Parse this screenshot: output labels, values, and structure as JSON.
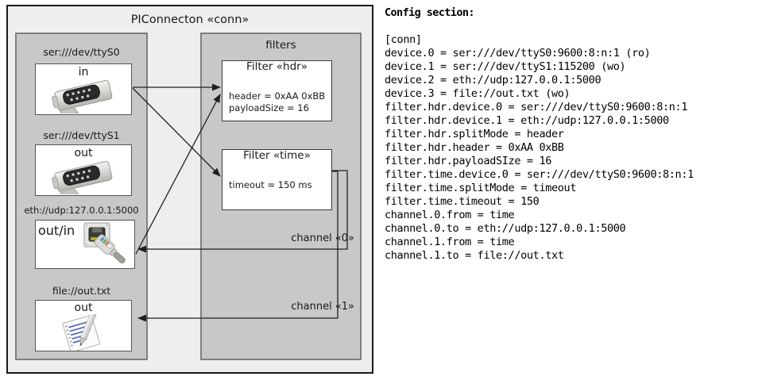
{
  "diagram": {
    "title": "PIConnecton «conn»",
    "devices_panel": {
      "name": "devices",
      "items": [
        {
          "label": "ser:///dev/ttyS0",
          "direction": "in",
          "icon": "serial-port-icon"
        },
        {
          "label": "ser:///dev/ttyS1",
          "direction": "out",
          "icon": "serial-port-icon"
        },
        {
          "label": "eth://udp:127.0.0.1:5000",
          "direction": "out/in",
          "icon": "ethernet-jack-icon"
        },
        {
          "label": "file://out.txt",
          "direction": "out",
          "icon": "text-file-icon"
        }
      ]
    },
    "filters_panel": {
      "title": "filters",
      "filters": [
        {
          "title": "Filter «hdr»",
          "attrs": [
            "header = 0xAA 0xBB",
            "payloadSize = 16"
          ]
        },
        {
          "title": "Filter «time»",
          "attrs": [
            "timeout = 150 ms"
          ]
        }
      ],
      "channels": [
        {
          "label": "channel «0»"
        },
        {
          "label": "channel «1»"
        }
      ]
    }
  },
  "config": {
    "heading": "Config section:",
    "text": "[conn]\ndevice.0 = ser:///dev/ttyS0:9600:8:n:1 (ro)\ndevice.1 = ser:///dev/ttyS1:115200 (wo)\ndevice.2 = eth://udp:127.0.0.1:5000\ndevice.3 = file://out.txt (wo)\nfilter.hdr.device.0 = ser:///dev/ttyS0:9600:8:n:1\nfilter.hdr.device.1 = eth://udp:127.0.0.1:5000\nfilter.hdr.splitMode = header\nfilter.hdr.header = 0xAA 0xBB\nfilter.hdr.payloadSIze = 16\nfilter.time.device.0 = ser:///dev/ttyS0:9600:8:n:1\nfilter.time.splitMode = timeout\nfilter.time.timeout = 150\nchannel.0.from = time\nchannel.0.to = eth://udp:127.0.0.1:5000\nchannel.1.from = time\nchannel.1.to = file://out.txt"
  },
  "colors": {
    "frame_bg": "#eeeeee",
    "panel_bg": "#c8c8c8",
    "box_bg": "#ffffff",
    "line": "#3a3a3a"
  }
}
